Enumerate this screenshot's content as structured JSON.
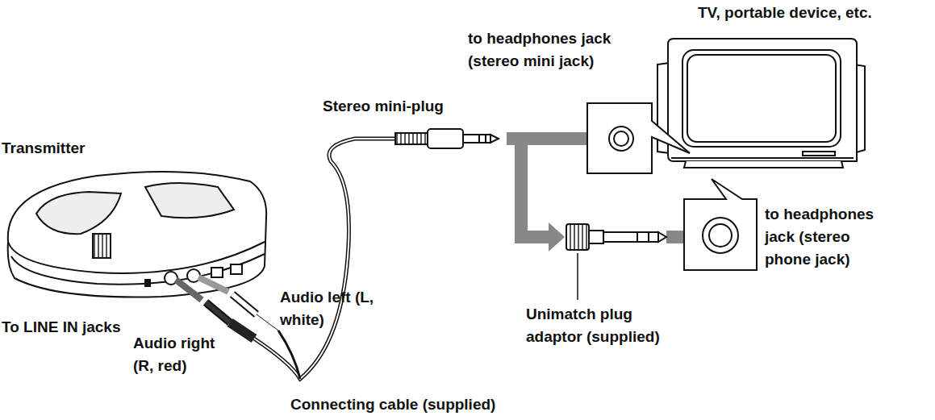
{
  "diagram": {
    "labels": [
      "TV, portable device, etc.",
      "to headphones jack (stereo mini jack)",
      "Stereo mini-plug",
      "Transmitter",
      "to headphones jack (stereo phone jack)",
      "Audio left (L, white)",
      "To LINE IN jacks",
      "Unimatch plug adaptor (supplied)",
      "Audio right (R, red)",
      "Connecting cable (supplied)"
    ]
  }
}
